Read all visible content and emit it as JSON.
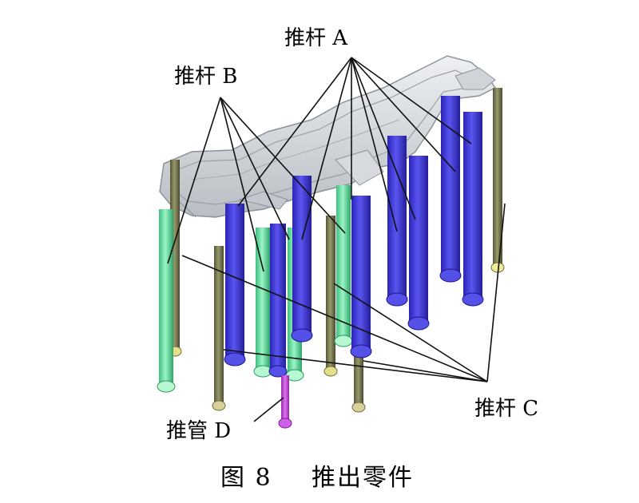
{
  "labels": {
    "pin_a": "推杆 A",
    "pin_b": "推杆 B",
    "pin_c": "推杆 C",
    "tube_d": "推管 D"
  },
  "caption": {
    "number": "图 8",
    "text": "推出零件"
  },
  "colors": {
    "pin_a": "#3b36d6",
    "pin_b": "#6fe3a6",
    "pin_c": "#7a7a52",
    "tube_d": "#c040d8",
    "part": "#cfd3d8"
  }
}
